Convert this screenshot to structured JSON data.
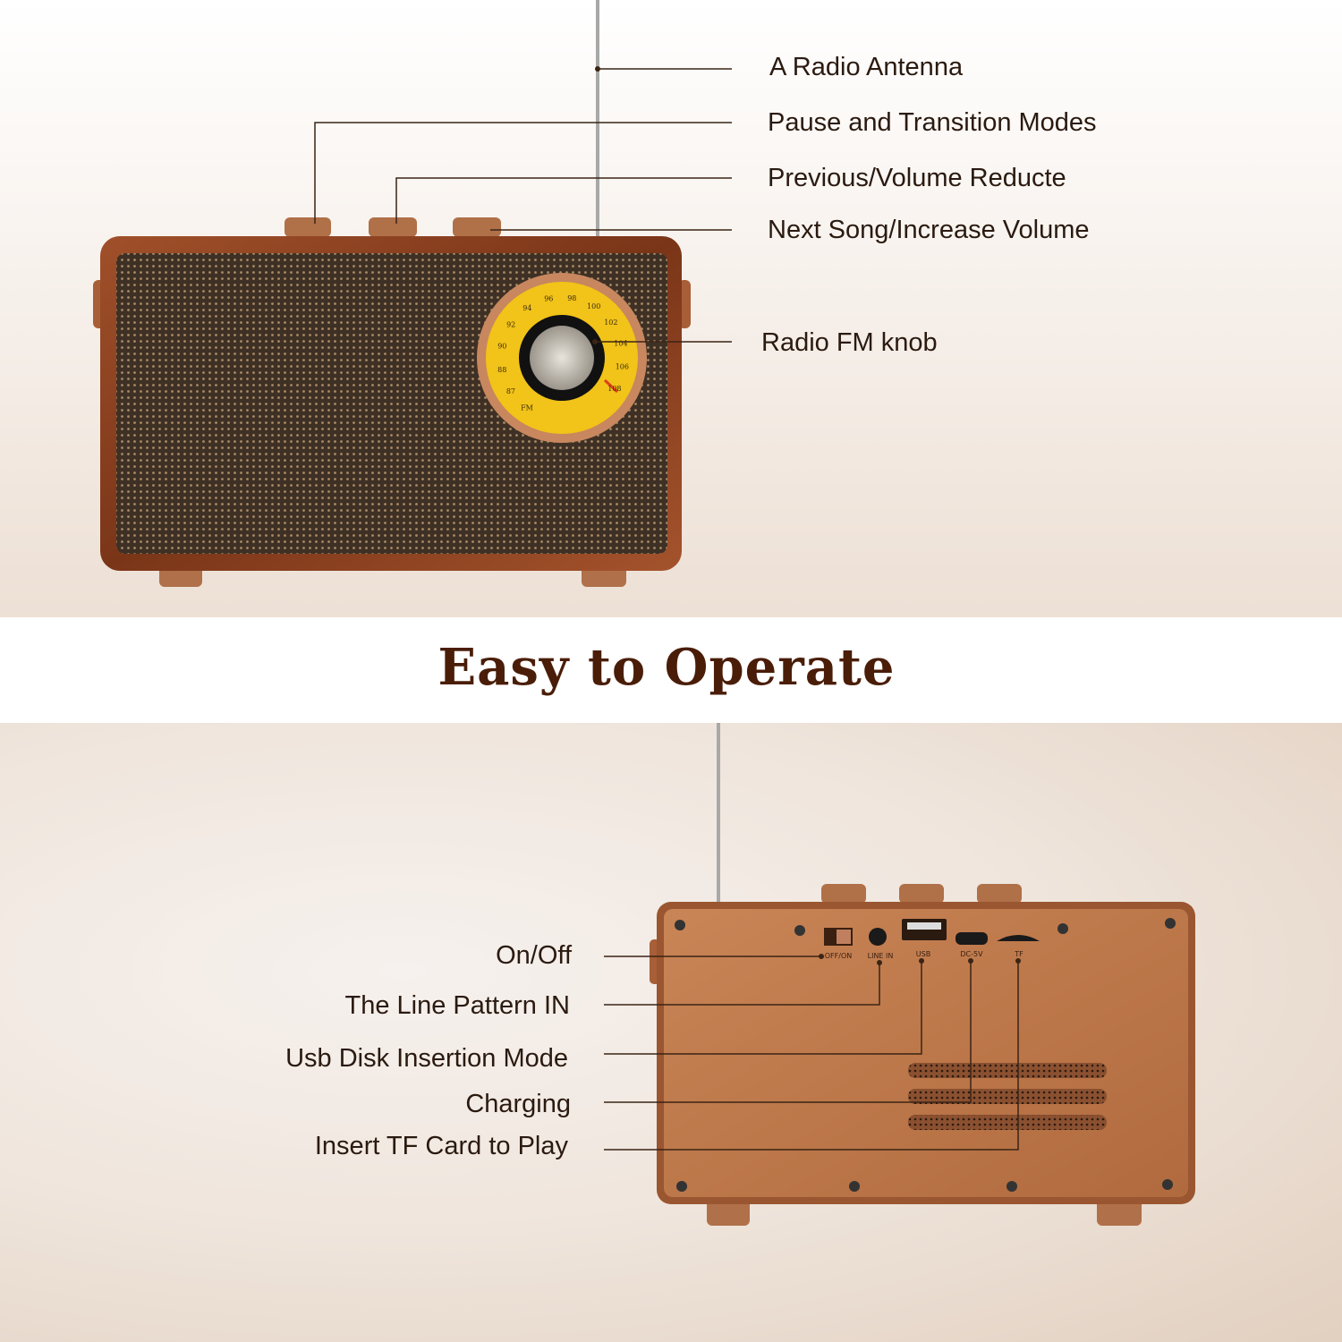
{
  "title": "Easy to Operate",
  "front_callouts": {
    "antenna": "A Radio Antenna",
    "pause": "Pause and Transition Modes",
    "previous": "Previous/Volume Reducte",
    "next": "Next Song/Increase Volume",
    "fm_knob": "Radio FM knob"
  },
  "back_callouts": {
    "on_off": "On/Off",
    "line_in": "The Line Pattern IN",
    "usb": "Usb Disk Insertion Mode",
    "charging": "Charging",
    "tf": "Insert TF Card to Play"
  },
  "dial": {
    "band": "FM",
    "marks": [
      "87",
      "88",
      "90",
      "92",
      "94",
      "96",
      "98",
      "100",
      "102",
      "104",
      "106",
      "108"
    ]
  },
  "ports": {
    "switch": "OFF/ON",
    "line_in": "LINE IN",
    "usb": "USB",
    "dc": "DC-5V",
    "tf": "TF"
  },
  "colors": {
    "title": "#4a1d08",
    "wood": "#8a3d1c",
    "copper": "#c07a4c",
    "dial_yellow": "#f2c318"
  }
}
